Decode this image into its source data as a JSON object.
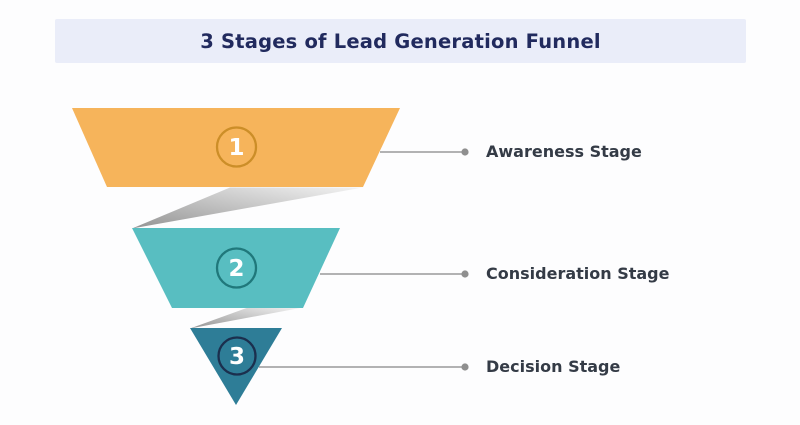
{
  "title": "3 Stages of Lead Generation Funnel",
  "diagram": {
    "type": "funnel",
    "stages": [
      {
        "number": "1",
        "label": "Awareness Stage",
        "color": "#F6B45B",
        "ring_color": "#CC8E28"
      },
      {
        "number": "2",
        "label": "Consideration Stage",
        "color": "#58BEC1",
        "ring_color": "#20787B"
      },
      {
        "number": "3",
        "label": "Decision Stage",
        "color": "#2E7D97",
        "ring_color": "#1B2F4E"
      }
    ]
  },
  "colors": {
    "page_bg": "#FDFDFE",
    "title_bar_bg": "#EAEDF9",
    "title_text": "#212A5E",
    "label_text": "#343B46",
    "connector_line": "#9A9A9A",
    "connector_dot": "#8F8F8F",
    "fold_dark": "#949494",
    "fold_light": "#F3F3F3",
    "number_text": "#FFFFFF"
  }
}
